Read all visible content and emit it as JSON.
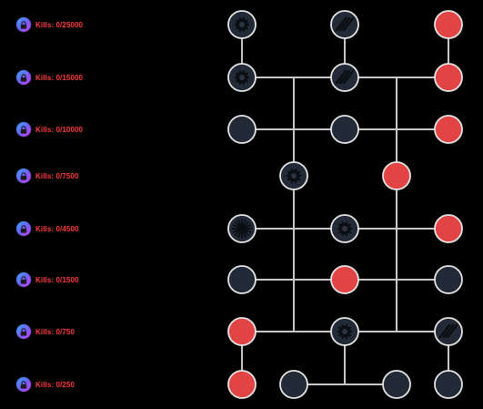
{
  "colors": {
    "background": "#000000",
    "connector": "#c7c7c7",
    "node_border": "#e6e6e6",
    "node_locked": "#212a36",
    "node_active": "#e24444",
    "kills_text": "#ff3b3b"
  },
  "tiers": [
    {
      "label": "Kills: 0/25000",
      "icon": "lock-icon"
    },
    {
      "label": "Kills: 0/15000",
      "icon": "lock-icon"
    },
    {
      "label": "Kills: 0/10000",
      "icon": "lock-icon"
    },
    {
      "label": "Kills: 0/7500",
      "icon": "lock-icon"
    },
    {
      "label": "Kills: 0/4500",
      "icon": "lock-icon"
    },
    {
      "label": "Kills: 0/1500",
      "icon": "lock-icon"
    },
    {
      "label": "Kills: 0/750",
      "icon": "lock-icon"
    },
    {
      "label": "Kills: 0/250",
      "icon": "lock-icon"
    }
  ],
  "nodes": [
    {
      "id": "t1-a",
      "tier": 1,
      "state": "locked",
      "icon": "spiked-orb-icon"
    },
    {
      "id": "t1-b",
      "tier": 1,
      "state": "locked",
      "icon": "claw-icon"
    },
    {
      "id": "t1-c",
      "tier": 1,
      "state": "active",
      "icon": ""
    },
    {
      "id": "t2-a",
      "tier": 2,
      "state": "locked",
      "icon": "spiked-orb-icon"
    },
    {
      "id": "t2-b",
      "tier": 2,
      "state": "locked",
      "icon": "claw-icon"
    },
    {
      "id": "t2-c",
      "tier": 2,
      "state": "active",
      "icon": ""
    },
    {
      "id": "t3-a",
      "tier": 3,
      "state": "locked",
      "icon": ""
    },
    {
      "id": "t3-b",
      "tier": 3,
      "state": "locked",
      "icon": ""
    },
    {
      "id": "t3-c",
      "tier": 3,
      "state": "active",
      "icon": ""
    },
    {
      "id": "t4-a",
      "tier": 4,
      "state": "locked",
      "icon": "spiked-orb-icon"
    },
    {
      "id": "t4-b",
      "tier": 4,
      "state": "active",
      "icon": ""
    },
    {
      "id": "t5-a",
      "tier": 5,
      "state": "locked",
      "icon": "spike-burst-icon"
    },
    {
      "id": "t5-b",
      "tier": 5,
      "state": "locked",
      "icon": "spiked-orb-icon"
    },
    {
      "id": "t5-c",
      "tier": 5,
      "state": "active",
      "icon": ""
    },
    {
      "id": "t6-a",
      "tier": 6,
      "state": "locked",
      "icon": ""
    },
    {
      "id": "t6-b",
      "tier": 6,
      "state": "active",
      "icon": ""
    },
    {
      "id": "t6-c",
      "tier": 6,
      "state": "locked",
      "icon": ""
    },
    {
      "id": "t7-a",
      "tier": 7,
      "state": "active",
      "icon": ""
    },
    {
      "id": "t7-b",
      "tier": 7,
      "state": "locked",
      "icon": "spiked-orb-icon"
    },
    {
      "id": "t7-c",
      "tier": 7,
      "state": "locked",
      "icon": "claw-icon"
    },
    {
      "id": "t8-a",
      "tier": 8,
      "state": "active",
      "icon": ""
    },
    {
      "id": "t8-b",
      "tier": 8,
      "state": "locked",
      "icon": ""
    },
    {
      "id": "t8-c",
      "tier": 8,
      "state": "locked",
      "icon": ""
    },
    {
      "id": "t8-d",
      "tier": 8,
      "state": "locked",
      "icon": ""
    }
  ]
}
